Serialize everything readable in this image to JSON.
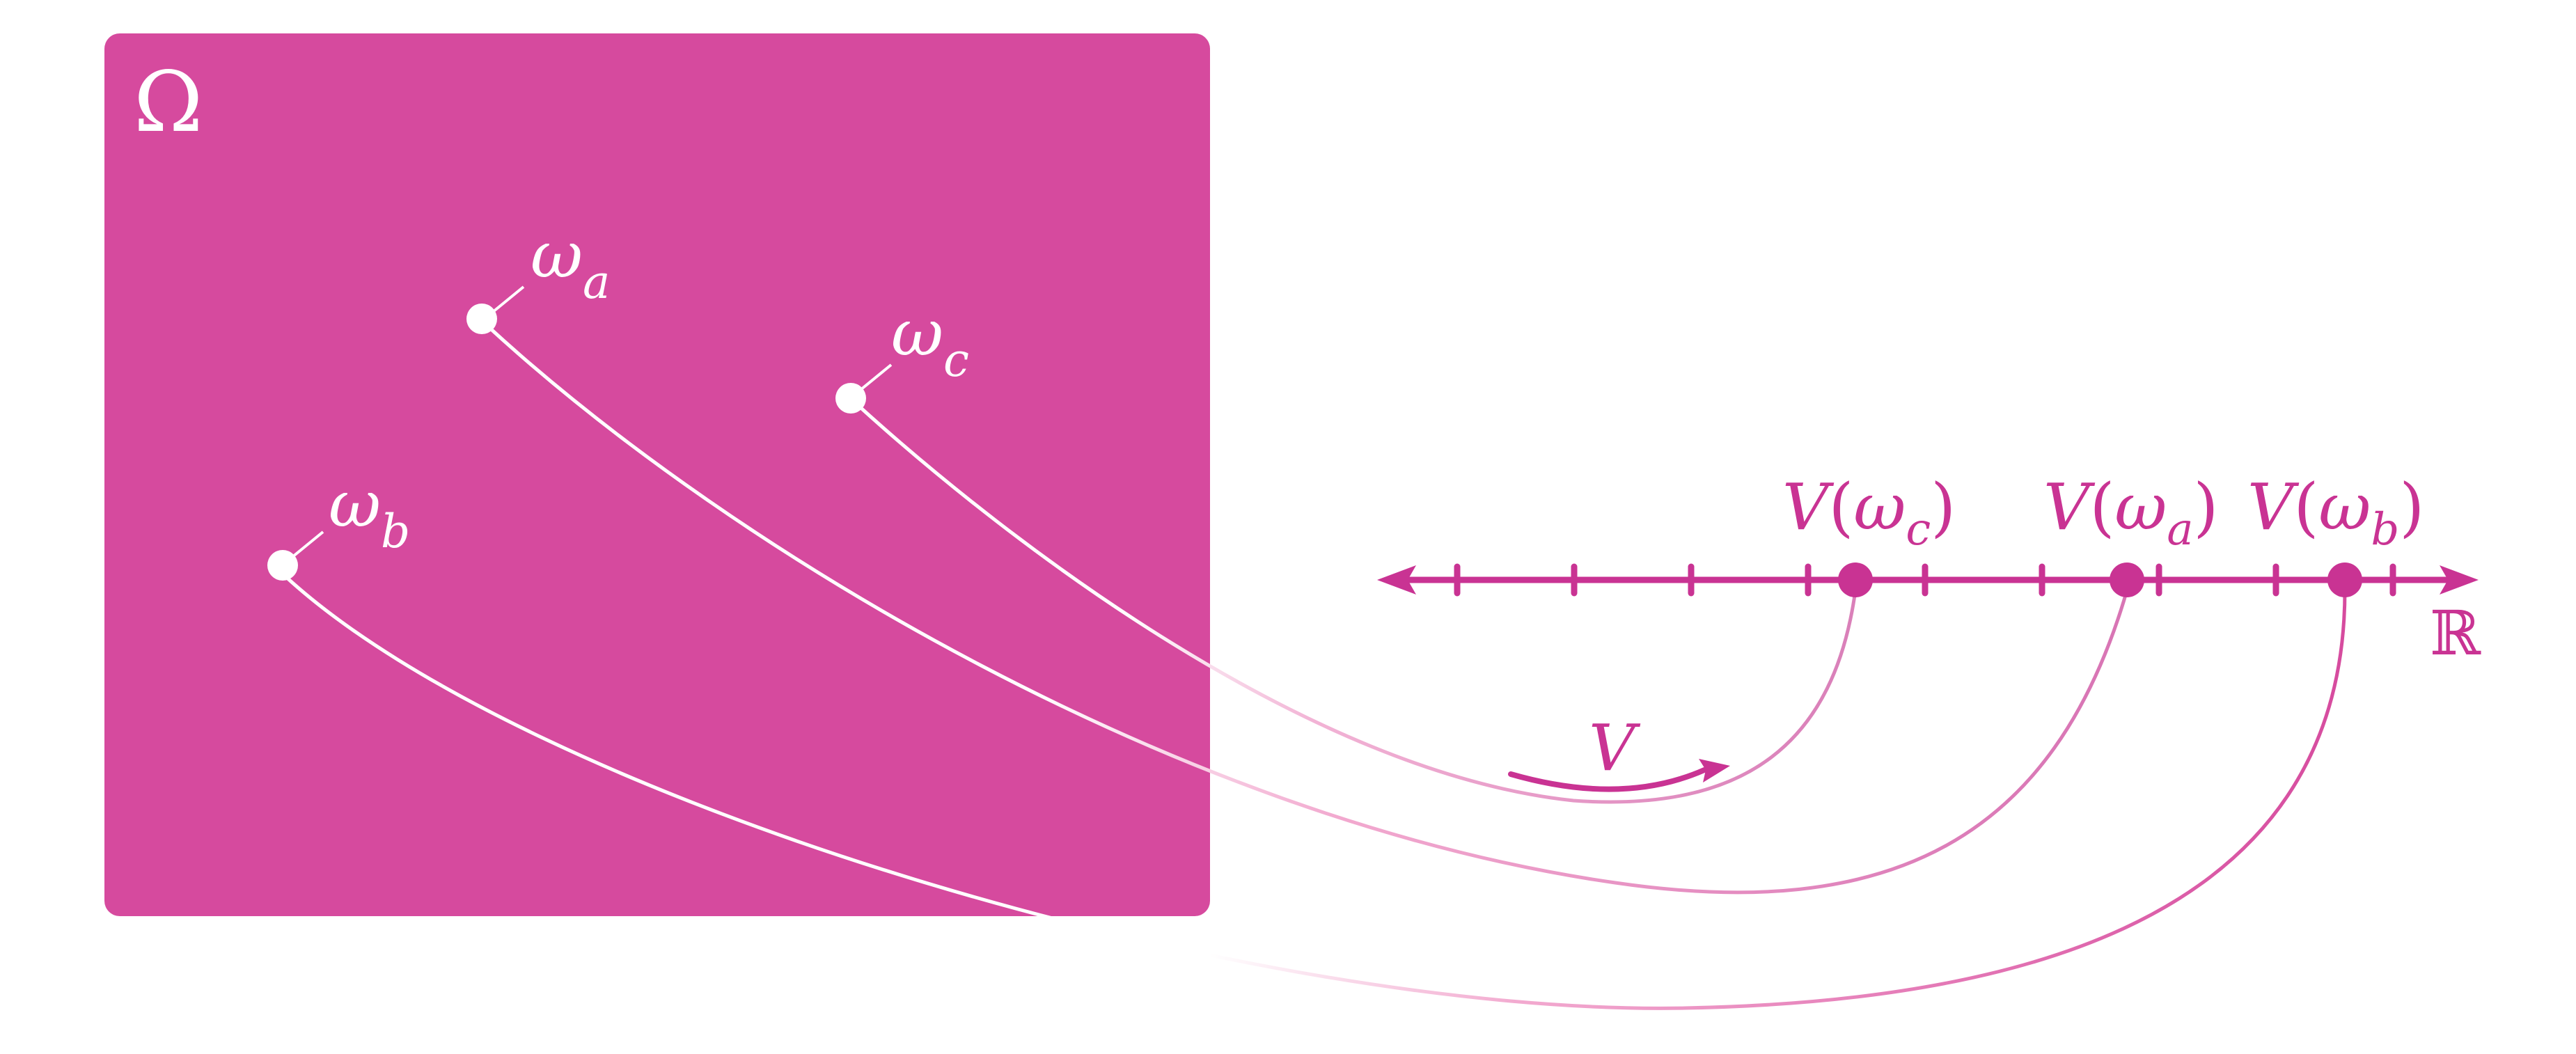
{
  "colors": {
    "magenta": "#d64a9e",
    "magenta_dark": "#c93393",
    "white": "#ffffff",
    "curve_light": "#eea8cf"
  },
  "sample_space": {
    "symbol": "Ω",
    "points": [
      {
        "id": "a",
        "label_main": "ω",
        "label_sub": "a"
      },
      {
        "id": "b",
        "label_main": "ω",
        "label_sub": "b"
      },
      {
        "id": "c",
        "label_main": "ω",
        "label_sub": "c"
      }
    ]
  },
  "real_line": {
    "symbol": "ℝ",
    "values": [
      {
        "label_func": "V",
        "label_main": "ω",
        "label_sub": "c"
      },
      {
        "label_func": "V",
        "label_main": "ω",
        "label_sub": "a"
      },
      {
        "label_func": "V",
        "label_main": "ω",
        "label_sub": "b"
      }
    ]
  },
  "mapping": {
    "label": "V"
  }
}
